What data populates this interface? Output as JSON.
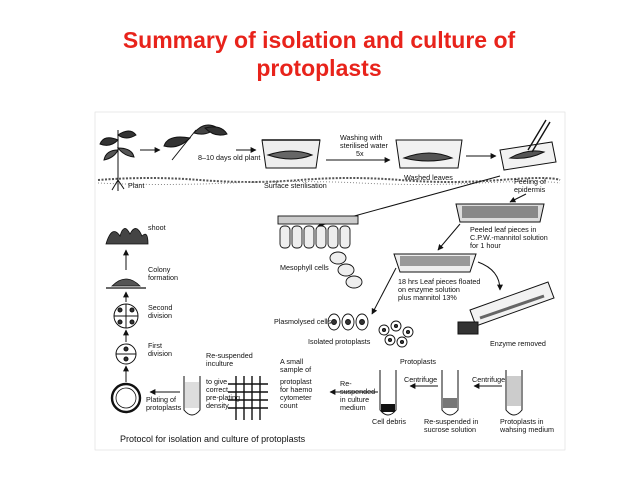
{
  "title_line1": "Summary of isolation and culture of",
  "title_line2": "protoplasts",
  "caption": "Protocol for isolation and culture of protoplasts",
  "labels": {
    "plant": "Plant",
    "old_plant": "8–10 days old plant",
    "surface_sterilisation": "Surface sterilisation",
    "washing_1": "Washing with",
    "washing_2": "sterilised water",
    "washing_3": "5x",
    "washed_leaves": "Washed leaves",
    "peeling_1": "Peeling of",
    "peeling_2": "epidermis",
    "peeled_1": "Peeled leaf pieces in",
    "peeled_2": "C.P.W.-mannitol solution",
    "peeled_3": "for 1 hour",
    "shoot": "shoot",
    "colony_1": "Colony",
    "colony_2": "formation",
    "mesophyll": "Mesophyll cells",
    "enzyme_1": "18 hrs Leaf pieces floated",
    "enzyme_2": "on enzyme solution",
    "enzyme_3": "plus mannitol 13%",
    "second_1": "Second",
    "second_2": "division",
    "plasmolysed": "Plasmolysed cells",
    "enzyme_removed": "Enzyme removed",
    "first_1": "First",
    "first_2": "division",
    "isolated": "Isolated protoplasts",
    "protoplasts": "Protoplasts",
    "resusp_1": "Re-suspended",
    "resusp_2": "inculture",
    "small_1": "A small",
    "small_2": "sample of",
    "centrifuge_1": "Centrifuge",
    "centrifuge_2": "Centrifuge",
    "give_1": "to give",
    "give_2": "correct",
    "give_3": "pre-plating",
    "give_4": "density",
    "proto_1": "protoplast",
    "proto_2": "for haemo",
    "proto_3": "cytometer",
    "proto_4": "count",
    "re_1": "Re-",
    "re_2": "suspended",
    "re_3": "in culture",
    "re_4": "medium",
    "plating_1": "Plating of",
    "plating_2": "protoplasts",
    "cell_debris": "Cell debris",
    "sucrose_1": "Re-suspended in",
    "sucrose_2": "sucrose solution",
    "washing_medium_1": "Protoplasts in",
    "washing_medium_2": "wahsing medium"
  }
}
